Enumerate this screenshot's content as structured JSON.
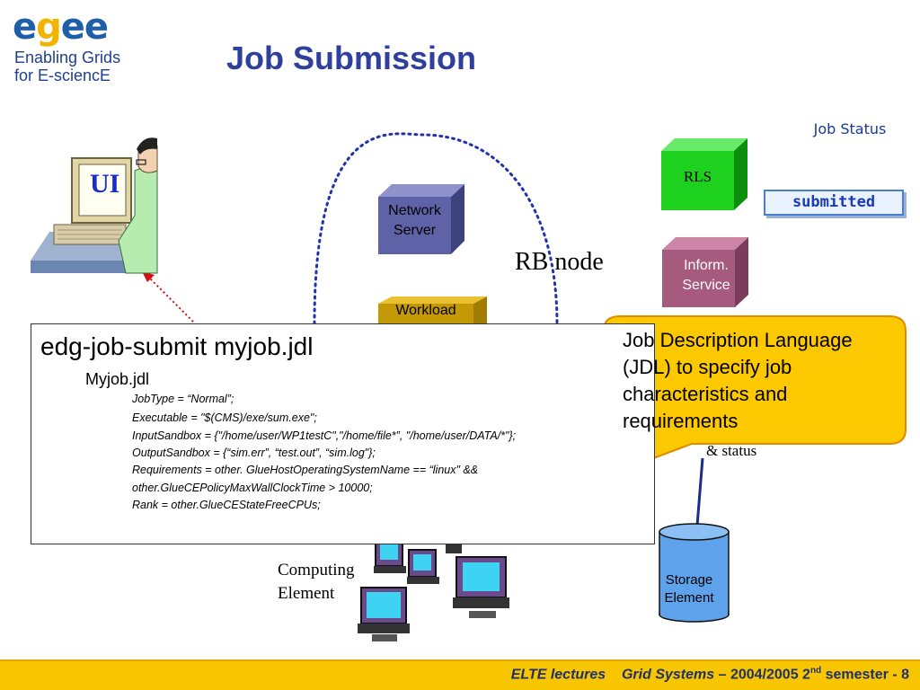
{
  "logo": {
    "word_1": "e",
    "word_2": "g",
    "word_3": "ee",
    "tagline_1": "Enabling Grids",
    "tagline_2": "for E-sciencE"
  },
  "slide": {
    "title": "Job Submission"
  },
  "ui": {
    "label": "UI"
  },
  "nodes": {
    "network_server": "Network Server",
    "workload": "Workload",
    "rls": "RLS",
    "inform_service": "Inform. Service",
    "rb_node": "RB node"
  },
  "job_status": {
    "label": "Job Status",
    "value": "submitted"
  },
  "code": {
    "command": "edg-job-submit myjob.jdl",
    "filename": "Myjob.jdl",
    "lines": [
      "JobType = “Normal”;",
      "Executable     = \"$(CMS)/exe/sum.exe\";",
      "InputSandbox = {\"/home/user/WP1testC\",\"/home/file*”, \"/home/user/DATA/*\"};",
      "OutputSandbox = {“sim.err”, “test.out”, “sim.log\"};",
      "Requirements    = other. GlueHostOperatingSystemName == “linux\" &&",
      "other.GlueCEPolicyMaxWallClockTime > 10000;",
      "Rank  = other.GlueCEStateFreeCPUs;"
    ]
  },
  "callout": {
    "text": "Job Description Language (JDL) to specify job characteristics and requirements"
  },
  "status_fragment": "& status",
  "computing_element": {
    "line_1": "Computing",
    "line_2": "Element"
  },
  "storage_element": {
    "line_1": "Storage",
    "line_2": "Element"
  },
  "footer": {
    "lecture": "ELTE lectures",
    "course": "Grid Systems",
    "dash": "–",
    "years": "2004/2005 2",
    "sup": "nd",
    "semester": "semester  -  8"
  }
}
